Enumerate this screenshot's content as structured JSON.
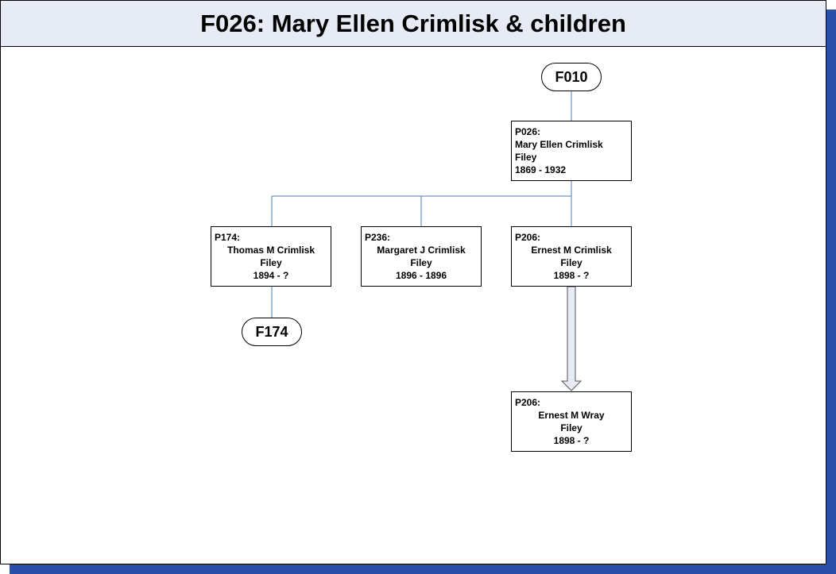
{
  "title": "F026: Mary Ellen Crimlisk & children",
  "family_links": {
    "parent_family": "F010",
    "child_family": "F174"
  },
  "parent": {
    "id": "P026:",
    "name": "Mary Ellen Crimlisk",
    "place": "Filey",
    "dates": "1869 - 1932"
  },
  "children": [
    {
      "id": "P174:",
      "name": "Thomas M Crimlisk",
      "place": "Filey",
      "dates": "1894 - ?"
    },
    {
      "id": "P236:",
      "name": "Margaret J Crimlisk",
      "place": "Filey",
      "dates": "1896 - 1896"
    },
    {
      "id": "P206:",
      "name": "Ernest M Crimlisk",
      "place": "Filey",
      "dates": "1898 - ?"
    }
  ],
  "renamed": {
    "id": "P206:",
    "name": "Ernest M Wray",
    "place": "Filey",
    "dates": "1898 - ?"
  },
  "colors": {
    "header_bg": "#e6ebf5",
    "shadow": "#2a4fa8",
    "connector": "#4a7ebb"
  }
}
